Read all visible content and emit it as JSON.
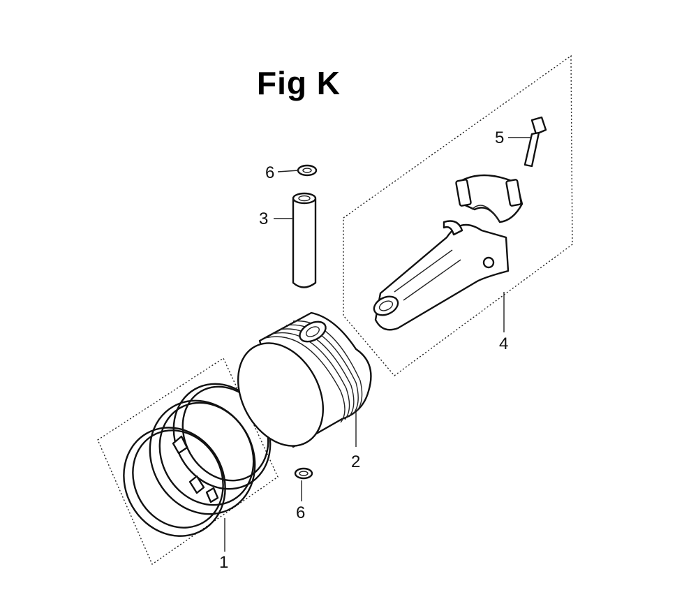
{
  "figure": {
    "title": "Fig K"
  },
  "callouts": [
    {
      "id": "piston-ring-set",
      "number": "1"
    },
    {
      "id": "piston",
      "number": "2"
    },
    {
      "id": "piston-pin",
      "number": "3"
    },
    {
      "id": "connecting-rod",
      "number": "4"
    },
    {
      "id": "connecting-rod-bolt",
      "number": "5"
    },
    {
      "id": "pin-clip-top",
      "number": "6"
    },
    {
      "id": "pin-clip-bottom",
      "number": "6"
    }
  ]
}
